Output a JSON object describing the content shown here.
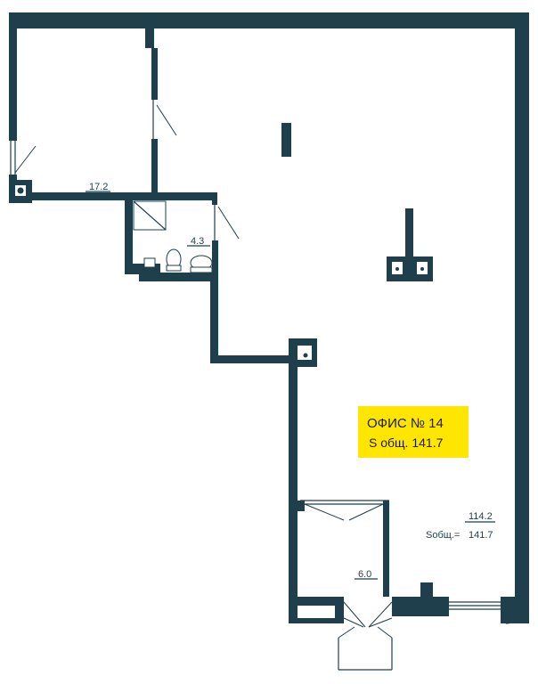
{
  "colors": {
    "wall": "#1f3f4c",
    "badge_background": "#ffe600"
  },
  "badge": {
    "title": "ОФИС № 14",
    "subtitle": "S общ. 141.7"
  },
  "rooms": {
    "room_left": {
      "area": "17.2"
    },
    "bathroom": {
      "area": "4.3"
    },
    "main_hall": {
      "area": "114.2",
      "total_prefix": "Sобщ.=",
      "total_value": "141.7"
    },
    "vestibule": {
      "area": "6.0"
    }
  }
}
